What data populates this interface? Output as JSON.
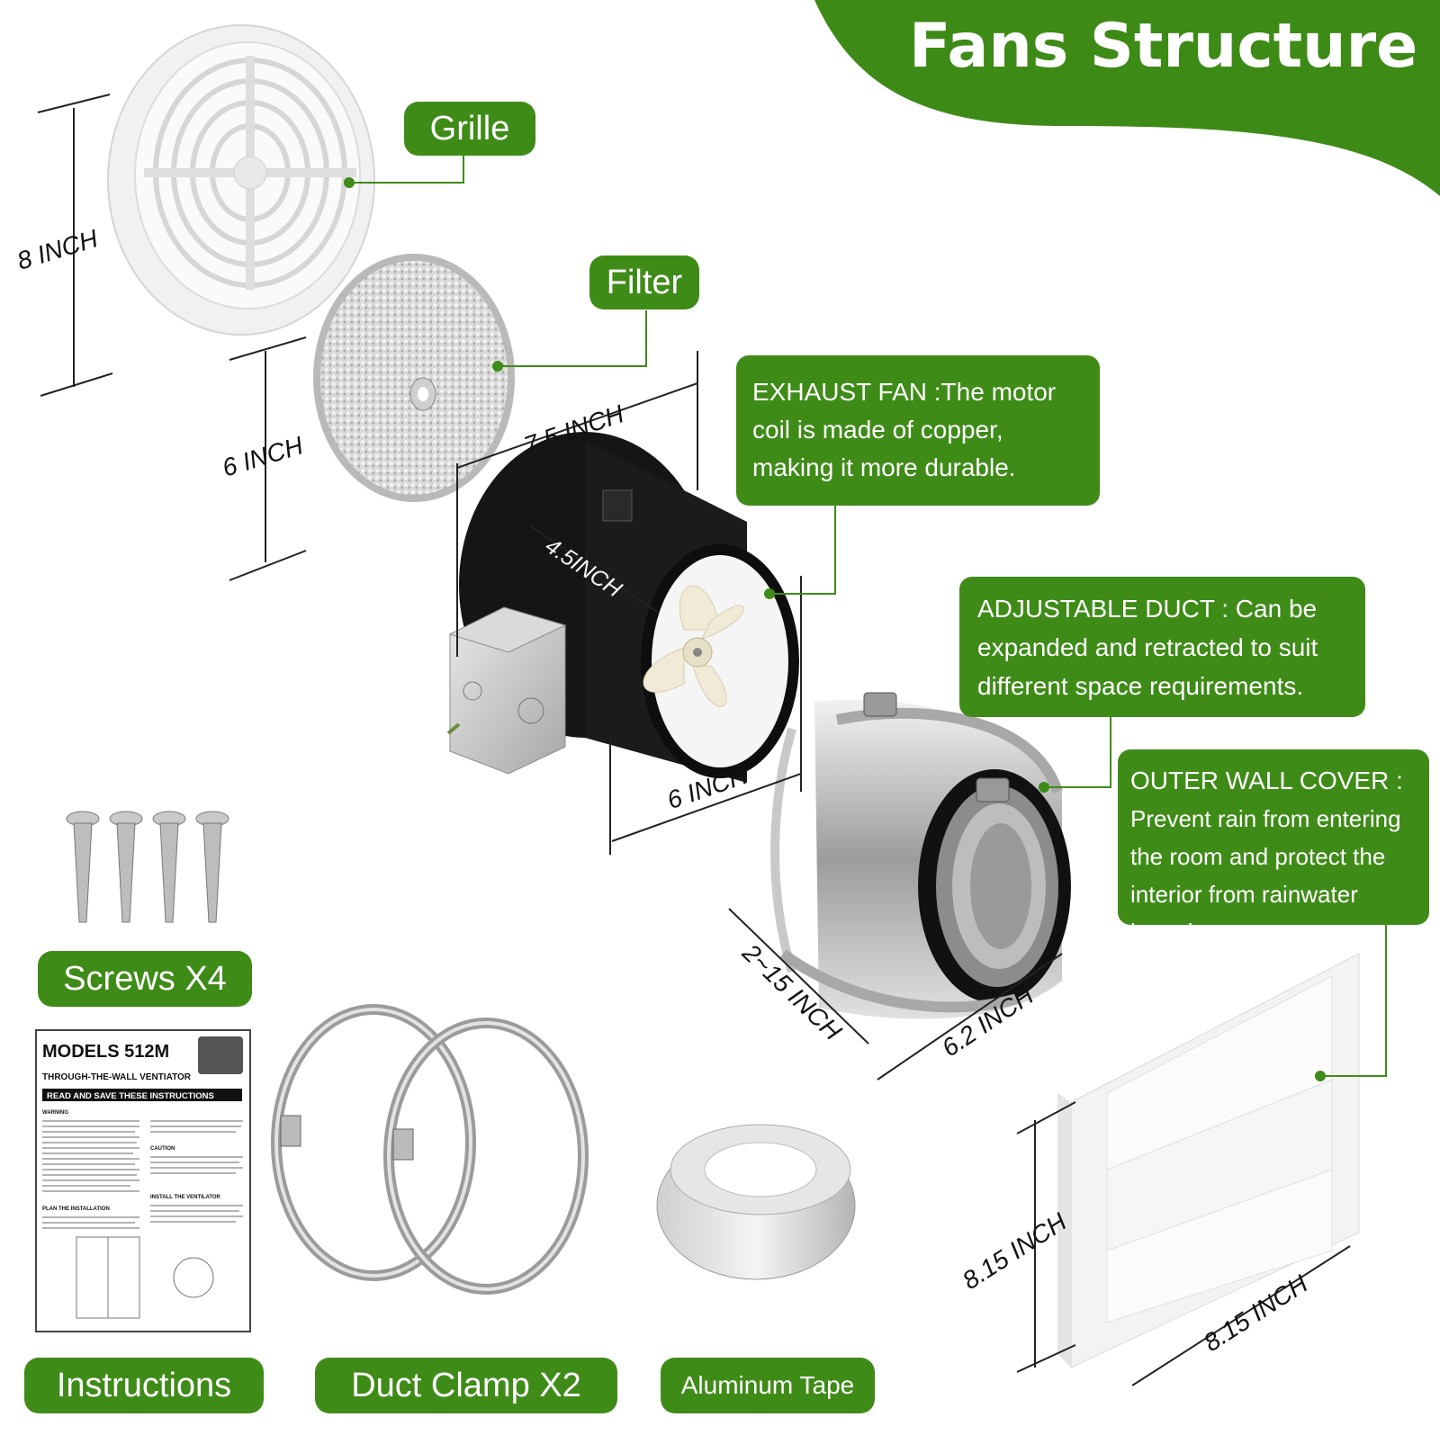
{
  "title": "Fans Structure",
  "colors": {
    "accent": "#3f8b18",
    "banner": "#3e8a17",
    "text": "#111111"
  },
  "callouts": {
    "grille": "Grille",
    "filter": "Filter",
    "exhaust_fan": "EXHAUST FAN :The motor coil is made of copper, making it more durable.",
    "adjustable_duct": "ADJUSTABLE DUCT : Can be expanded and retracted to suit different space requirements.",
    "outer_wall_cover_title": "OUTER WALL COVER :",
    "outer_wall_cover_body": "Prevent rain from entering the room and protect the interior from rainwater intrusion."
  },
  "dimensions": {
    "grille_height": "8 INCH",
    "filter_height": "6 INCH",
    "fan_flange": "7.5 INCH",
    "fan_depth": "4.5INCH",
    "fan_diameter": "6 INCH",
    "duct_length": "2~15 INCH",
    "duct_diameter": "6.2 INCH",
    "cover_height": "8.15 INCH",
    "cover_width": "8.15 INCH"
  },
  "accessories": {
    "screws": "Screws X4",
    "instructions": "Instructions",
    "duct_clamp": "Duct Clamp X2",
    "aluminum_tape": "Aluminum Tape"
  },
  "manual": {
    "model": "MODELS 512M",
    "subtitle": "THROUGH-THE-WALL VENTIATOR",
    "banner": "READ AND SAVE THESE INSTRUCTIONS",
    "warning": "WARNING",
    "caution": "CAUTION",
    "install": "INSTALL THE VENTILATOR",
    "plan": "PLAN THE INSTALLATION"
  }
}
